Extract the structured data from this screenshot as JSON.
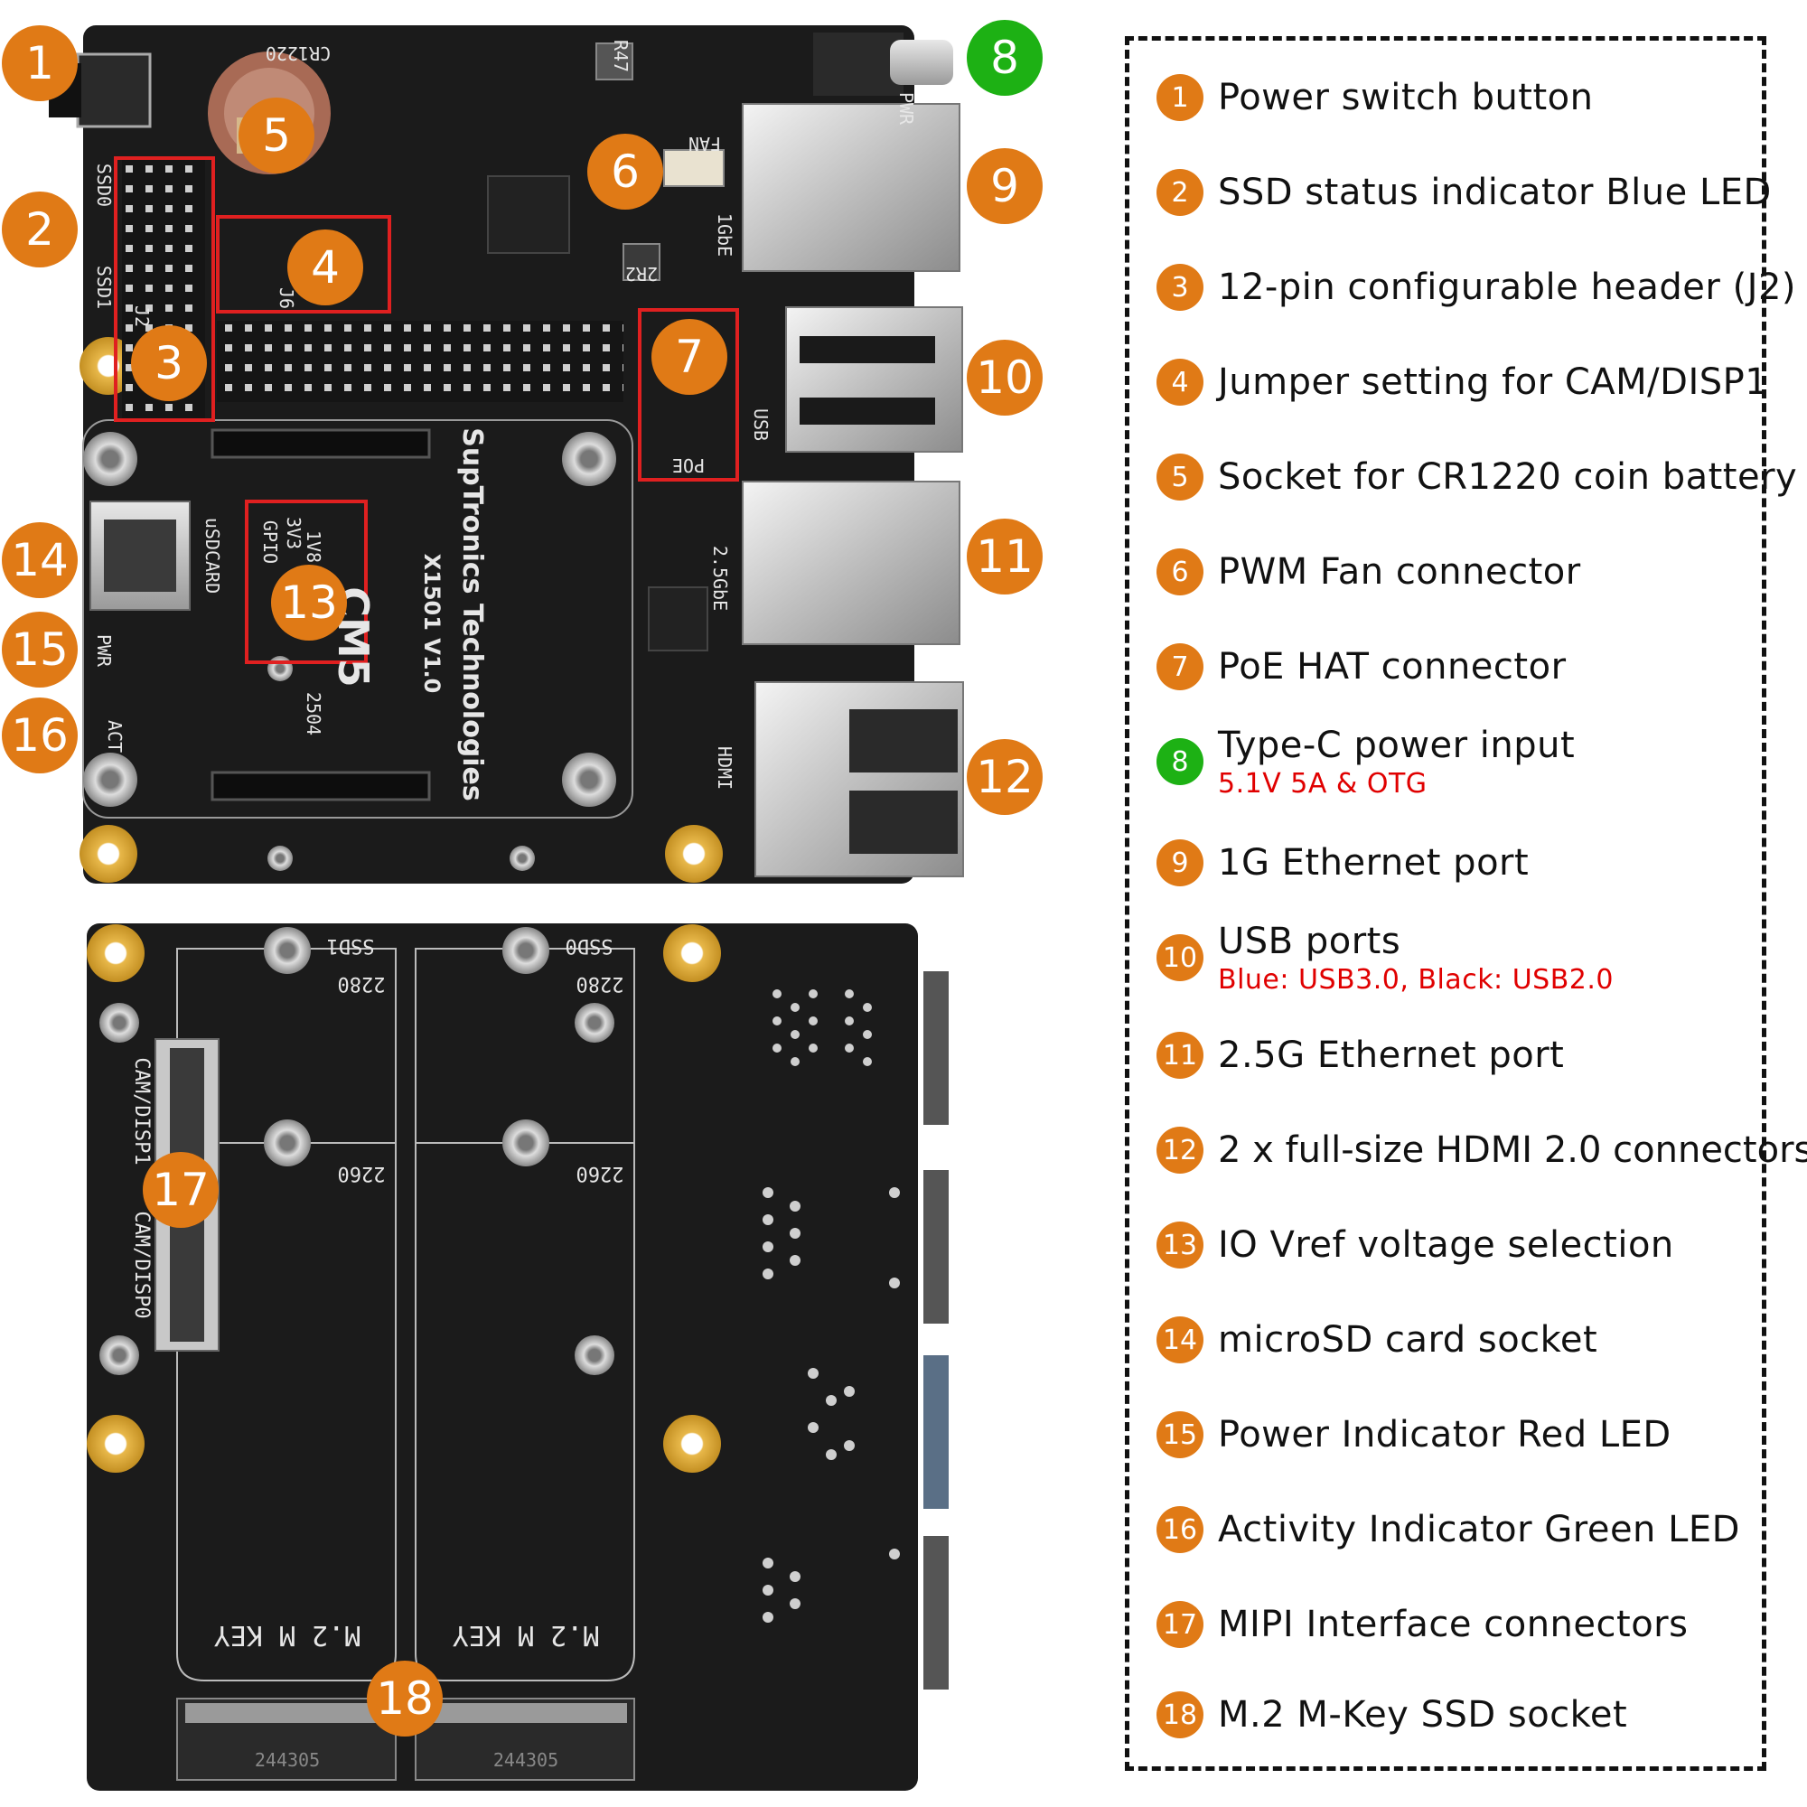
{
  "colors": {
    "orange": "#E07A16",
    "green": "#1DB114",
    "red_note": "#E00000",
    "board": "#1b1b1b",
    "highlight": "#E02020"
  },
  "board_top": {
    "silkscreen": {
      "cr1220": "CR1220",
      "r47": "R47",
      "fan": "FAN",
      "pwr": "PWR",
      "gbe1": "1GbE",
      "ssd0": "SSD0",
      "ssd1": "SSD1",
      "j2": "J2",
      "j6": "J6",
      "usb": "USB",
      "poe": "POE",
      "gbe25": "2.5GbE",
      "hdmi": "HDMI",
      "usdcard": "uSDCARD",
      "pwr_led": "PWR",
      "act": "ACT",
      "gpio": "GPIO",
      "v33": "3V3",
      "v18": "1V8",
      "maker": "SupTronics Technologies",
      "model": "X1501 V1.0",
      "cm5": "CM5",
      "r2r2": "2R2",
      "date": "2504"
    }
  },
  "board_bottom": {
    "silkscreen": {
      "ssd1": "SSD1",
      "ssd0": "SSD0",
      "len2280a": "2280",
      "len2280b": "2280",
      "len2260a": "2260",
      "len2260b": "2260",
      "mkey_a": "M.2 M KEY",
      "mkey_b": "M.2 M KEY",
      "cam_disp1": "CAM/DISP1",
      "cam_disp0": "CAM/DISP0",
      "code_a": "244305",
      "code_b": "244305"
    }
  },
  "callouts": [
    {
      "num": "1",
      "color": "orange"
    },
    {
      "num": "2",
      "color": "orange"
    },
    {
      "num": "3",
      "color": "orange"
    },
    {
      "num": "4",
      "color": "orange"
    },
    {
      "num": "5",
      "color": "orange"
    },
    {
      "num": "6",
      "color": "orange"
    },
    {
      "num": "7",
      "color": "orange"
    },
    {
      "num": "8",
      "color": "green"
    },
    {
      "num": "9",
      "color": "orange"
    },
    {
      "num": "10",
      "color": "orange"
    },
    {
      "num": "11",
      "color": "orange"
    },
    {
      "num": "12",
      "color": "orange"
    },
    {
      "num": "13",
      "color": "orange"
    },
    {
      "num": "14",
      "color": "orange"
    },
    {
      "num": "15",
      "color": "orange"
    },
    {
      "num": "16",
      "color": "orange"
    },
    {
      "num": "17",
      "color": "orange"
    },
    {
      "num": "18",
      "color": "orange"
    }
  ],
  "legend": [
    {
      "num": "1",
      "label": "Power switch button",
      "sub": ""
    },
    {
      "num": "2",
      "label": "SSD status indicator Blue LED",
      "sub": ""
    },
    {
      "num": "3",
      "label": "12-pin configurable header (J2)",
      "sub": ""
    },
    {
      "num": "4",
      "label": "Jumper setting for CAM/DISP1",
      "sub": ""
    },
    {
      "num": "5",
      "label": "Socket for CR1220 coin battery",
      "sub": ""
    },
    {
      "num": "6",
      "label": "PWM Fan connector",
      "sub": ""
    },
    {
      "num": "7",
      "label": "PoE HAT connector",
      "sub": ""
    },
    {
      "num": "8",
      "label": "Type-C power input",
      "sub": "5.1V 5A & OTG"
    },
    {
      "num": "9",
      "label": "1G Ethernet port",
      "sub": ""
    },
    {
      "num": "10",
      "label": "USB ports",
      "sub": "Blue: USB3.0, Black: USB2.0"
    },
    {
      "num": "11",
      "label": "2.5G Ethernet port",
      "sub": ""
    },
    {
      "num": "12",
      "label": "2 x full-size HDMI 2.0 connectors",
      "sub": ""
    },
    {
      "num": "13",
      "label": "IO Vref voltage selection",
      "sub": ""
    },
    {
      "num": "14",
      "label": "microSD card socket",
      "sub": ""
    },
    {
      "num": "15",
      "label": "Power Indicator Red LED",
      "sub": ""
    },
    {
      "num": "16",
      "label": "Activity Indicator Green LED",
      "sub": ""
    },
    {
      "num": "17",
      "label": "MIPI Interface connectors",
      "sub": ""
    },
    {
      "num": "18",
      "label": "M.2 M-Key SSD socket",
      "sub": ""
    }
  ]
}
